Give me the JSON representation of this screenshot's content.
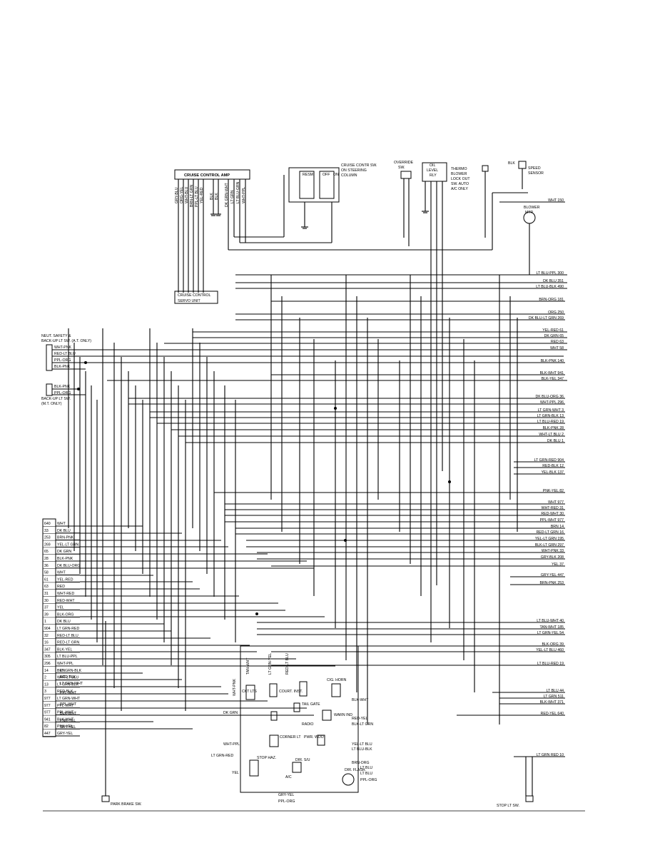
{
  "components": {
    "cruise_amp": "CRUISE CONTROL AMP",
    "cruise_servo_1": "CRUISE CONTROL",
    "cruise_servo_2": "SERVO UNIT",
    "cruise_sw_1": "CRUISE CONTR SW.",
    "cruise_sw_2": "ON STEERING",
    "cruise_sw_3": "COLUMN",
    "override_sw_1": "OVERRIDE",
    "override_sw_2": "SW.",
    "oil_level_1": "OIL",
    "oil_level_2": "LEVEL",
    "oil_level_3": "RLY",
    "thermo_1": "THERMO",
    "thermo_2": "BLOWER",
    "thermo_3": "LOCK OUT",
    "thermo_4": "SW. AUTO",
    "thermo_5": "A/C ONLY",
    "speed_sensor_1": "SPEED",
    "speed_sensor_2": "SENSOR",
    "blower_1": "BLOWER",
    "blower_2": "MTR",
    "neut_1": "NEUT. SAFETY &",
    "neut_2": "BACK-UP LT SW. (A.T. ONLY)",
    "backup_1": "BACK-UP LT SW.",
    "backup_2": "(M.T. ONLY)",
    "park_brake": "PARK BRAKE SW.",
    "stop_lt": "STOP LT SW.",
    "blk": "BLK",
    "resm": "RESM",
    "off": "OFF",
    "on": "ON"
  },
  "bottom_components": [
    "CKT LTS",
    "COURT. INST.",
    "CIG. HORN",
    "TAIL GATE",
    "RADIO",
    "WARN IND",
    "CORNER LT",
    "PWR. WDO",
    "STOP HAZ.",
    "DIR. FLASH.",
    "DIR. S/U",
    "A/C"
  ],
  "left_connector": [
    {
      "num": "640",
      "wire": "WHT"
    },
    {
      "num": "33",
      "wire": "DK BLU"
    },
    {
      "num": "253",
      "wire": "BRN-PNK"
    },
    {
      "num": "269",
      "wire": "YEL-LT GRN"
    },
    {
      "num": "65",
      "wire": "DK GRN"
    },
    {
      "num": "28",
      "wire": "BLK-PNK"
    },
    {
      "num": "36",
      "wire": "DK BLU-ORG"
    },
    {
      "num": "58",
      "wire": "WHT"
    },
    {
      "num": "61",
      "wire": "YEL-RED"
    },
    {
      "num": "63",
      "wire": "RED"
    },
    {
      "num": "31",
      "wire": "WHT-RED"
    },
    {
      "num": "30",
      "wire": "RED-WHT"
    },
    {
      "num": "37",
      "wire": "YEL"
    },
    {
      "num": "39",
      "wire": "BLK-ORG"
    },
    {
      "num": "1",
      "wire": "DK BLU"
    },
    {
      "num": "904",
      "wire": "LT GRN-RED"
    },
    {
      "num": "32",
      "wire": "RED-LT BLU"
    },
    {
      "num": "16",
      "wire": "RED-LT GRN"
    },
    {
      "num": "347",
      "wire": "BLK-YEL"
    },
    {
      "num": "305",
      "wire": "LT BLU-PPL"
    },
    {
      "num": "296",
      "wire": "WHT-PPL"
    },
    {
      "num": "14",
      "wire": "BRN"
    },
    {
      "num": "2",
      "wire": "WHT-LT BLU"
    },
    {
      "num": "13",
      "wire": "LT GRN-BLK"
    },
    {
      "num": "3",
      "wire": "RED-BLK"
    },
    {
      "num": "977",
      "wire": "LT GRN-WHT"
    },
    {
      "num": "977",
      "wire": "PPL-WHT"
    },
    {
      "num": "977",
      "wire": "PPL-WHT"
    },
    {
      "num": "941",
      "wire": "BLK-WHT"
    },
    {
      "num": "82",
      "wire": "PNK-YEL"
    },
    {
      "num": "447",
      "wire": "GRY-YEL"
    }
  ],
  "right_labels": [
    {
      "text": "WHT 150"
    },
    {
      "text": "LT BLU-PPL 300"
    },
    {
      "text": "DK BLU 351"
    },
    {
      "text": "LT BLU-BLK 490"
    },
    {
      "text": "BRN-ORG 181"
    },
    {
      "text": "ORG 250"
    },
    {
      "text": "DK BLU-LT GRN 269"
    },
    {
      "text": "YEL-RED 61"
    },
    {
      "text": "DK GRN 65"
    },
    {
      "text": "RED 63"
    },
    {
      "text": "WHT 58"
    },
    {
      "text": "BLK-PNK 140"
    },
    {
      "text": "BLK-WHT 941"
    },
    {
      "text": "BLK-YEL 347"
    },
    {
      "text": "DK BLU-ORG 36"
    },
    {
      "text": "WHT-PPL 296"
    },
    {
      "text": "LT GRN-WHT 3"
    },
    {
      "text": "LT GRN-BLK 13"
    },
    {
      "text": "LT BLU-RED 19"
    },
    {
      "text": "BLK-PNK 28"
    },
    {
      "text": "WHT-LT BLU 2"
    },
    {
      "text": "DK BLU 1"
    },
    {
      "text": "LT GRN-RED 904"
    },
    {
      "text": "RED-BLK 12"
    },
    {
      "text": "YEL-BLK 137"
    },
    {
      "text": "PNK-YEL 82"
    },
    {
      "text": "WHT 977"
    },
    {
      "text": "WHT-RED 31"
    },
    {
      "text": "RED-WHT 30"
    },
    {
      "text": "PPL-WHT 977"
    },
    {
      "text": "BRN 14"
    },
    {
      "text": "RED-LT GRN 16"
    },
    {
      "text": "YEL-LT GRN 195"
    },
    {
      "text": "BLK-LT GRN 297"
    },
    {
      "text": "WHT-PNK 33"
    },
    {
      "text": "GRY-BLK 208"
    },
    {
      "text": "YEL 37"
    },
    {
      "text": "GRY-YEL 447"
    },
    {
      "text": "BRN-PNK 253"
    },
    {
      "text": "LT BLU-WHT 40"
    },
    {
      "text": "TAN-WHT 185"
    },
    {
      "text": "LT GRN-YEL 54"
    },
    {
      "text": "BLK-ORG 39"
    },
    {
      "text": "YEL-LT BLU 460"
    },
    {
      "text": "LT BLU-RED 19"
    },
    {
      "text": "LT BLU 44"
    },
    {
      "text": "LT GRN 511"
    },
    {
      "text": "BLK-WHT 371"
    },
    {
      "text": "RED-YEL 640"
    },
    {
      "text": "LT GRN RED 10"
    }
  ],
  "top_vertical_labels": [
    "GRY-BLU",
    "ORG-YEL",
    "WHT-BLU",
    "BRN-LT GRN",
    "PPL-LT BLU",
    "YEL-RED",
    "BLK",
    "BLK",
    "DK GRN-WHT",
    "LT GRN",
    "LT BLU-GRN",
    "WHT-PPL"
  ],
  "inner_labels": [
    "BLK-WHT",
    "RED-YEL",
    "BLK-LT GRN",
    "YEL-LT BLU",
    "LT BLU-BLK",
    "BRN-ORG",
    "LT BLU",
    "PPL-ORG",
    "GRY-YEL",
    "PPL-ORG",
    "DK GRN",
    "WHT-PPL",
    "LT GRN-RED",
    "YEL",
    "LT BLU",
    "TAN-WHT",
    "LT GRN-YEL",
    "PPL-WHT",
    "WHT-PNK",
    "RED-LT BLU",
    "LT GRN-BLK",
    "RED-BLK",
    "LT GRN-WHT",
    "PPL-WHT",
    "BLK-WHT",
    "PNK-YEL",
    "GRY-YEL"
  ],
  "neut_wires": [
    "WHT-PNK",
    "RED-LT BLU",
    "PPL-ORG",
    "BLK-PNK"
  ],
  "backup_wires": [
    "BLK-PNK",
    "PPL-ORG"
  ]
}
